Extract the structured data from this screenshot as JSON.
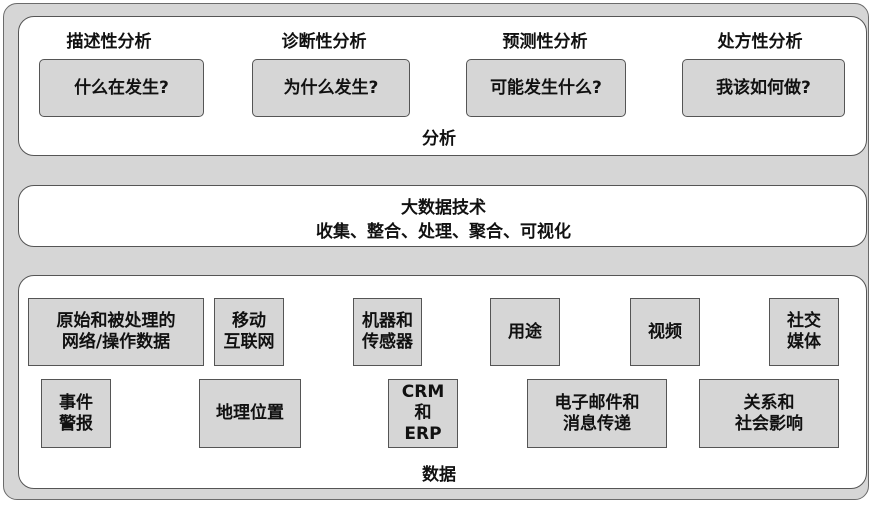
{
  "analysis": {
    "caption": "分析",
    "columns": [
      {
        "heading": "描述性分析",
        "question": "什么在发生?"
      },
      {
        "heading": "诊断性分析",
        "question": "为什么发生?"
      },
      {
        "heading": "预测性分析",
        "question": "可能发生什么?"
      },
      {
        "heading": "处方性分析",
        "question": "我该如何做?"
      }
    ]
  },
  "technology": {
    "title": "大数据技术",
    "subtitle": "收集、整合、处理、聚合、可视化"
  },
  "data": {
    "caption": "数据",
    "sources": [
      "原始和被处理的\n网络/操作数据",
      "移动\n互联网",
      "机器和\n传感器",
      "用途",
      "视频",
      "社交\n媒体",
      "事件\n警报",
      "地理位置",
      "CRM\n和\nERP",
      "电子邮件和\n消息传递",
      "关系和\n社会影响"
    ]
  }
}
